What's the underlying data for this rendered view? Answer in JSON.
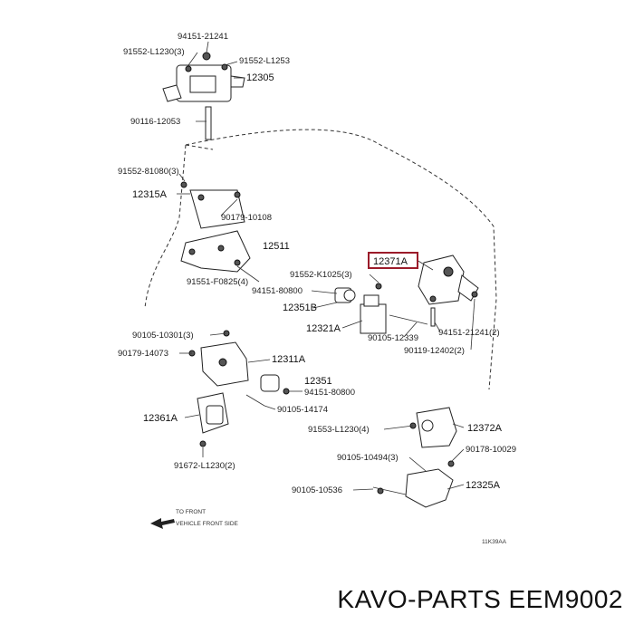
{
  "diagram": {
    "labels": {
      "p94151_21241": "94151-21241",
      "p91552_l1230_3": "91552-L1230(3)",
      "p91552_l1253": "91552-L1253",
      "p12305": "12305",
      "p90116_12053": "90116-12053",
      "p91552_81080_3": "91552-81080(3)",
      "p12315a": "12315A",
      "p90179_10108": "90179-10108",
      "p12511": "12511",
      "p91551_f0825_4": "91551-F0825(4)",
      "p12371a": "12371A",
      "p91552_k1025_3": "91552-K1025(3)",
      "p94151_80800_a": "94151-80800",
      "p12351b": "12351B",
      "p12321a": "12321A",
      "p90105_12339": "90105-12339",
      "p94151_21241_2": "94151-21241(2)",
      "p90119_12402_2": "90119-12402(2)",
      "p90105_10301_3": "90105-10301(3)",
      "p90179_14073": "90179-14073",
      "p12311a": "12311A",
      "p12351": "12351",
      "p94151_80800_b": "94151-80800",
      "p90105_14174": "90105-14174",
      "p12361a": "12361A",
      "p91553_l1230_4": "91553-L1230(4)",
      "p12372a": "12372A",
      "p90178_10029": "90178-10029",
      "p90105_10494_3": "90105-10494(3)",
      "p91672_l1230_2": "91672-L1230(2)",
      "p90105_10536": "90105-10536",
      "p12325a": "12325A",
      "front_note_1": "TO FRONT",
      "front_note_2": "VEHICLE FRONT SIDE",
      "code": "11K39AA"
    },
    "highlight_color": "#9b1b2a"
  },
  "caption": "KAVO-PARTS EEM9002"
}
